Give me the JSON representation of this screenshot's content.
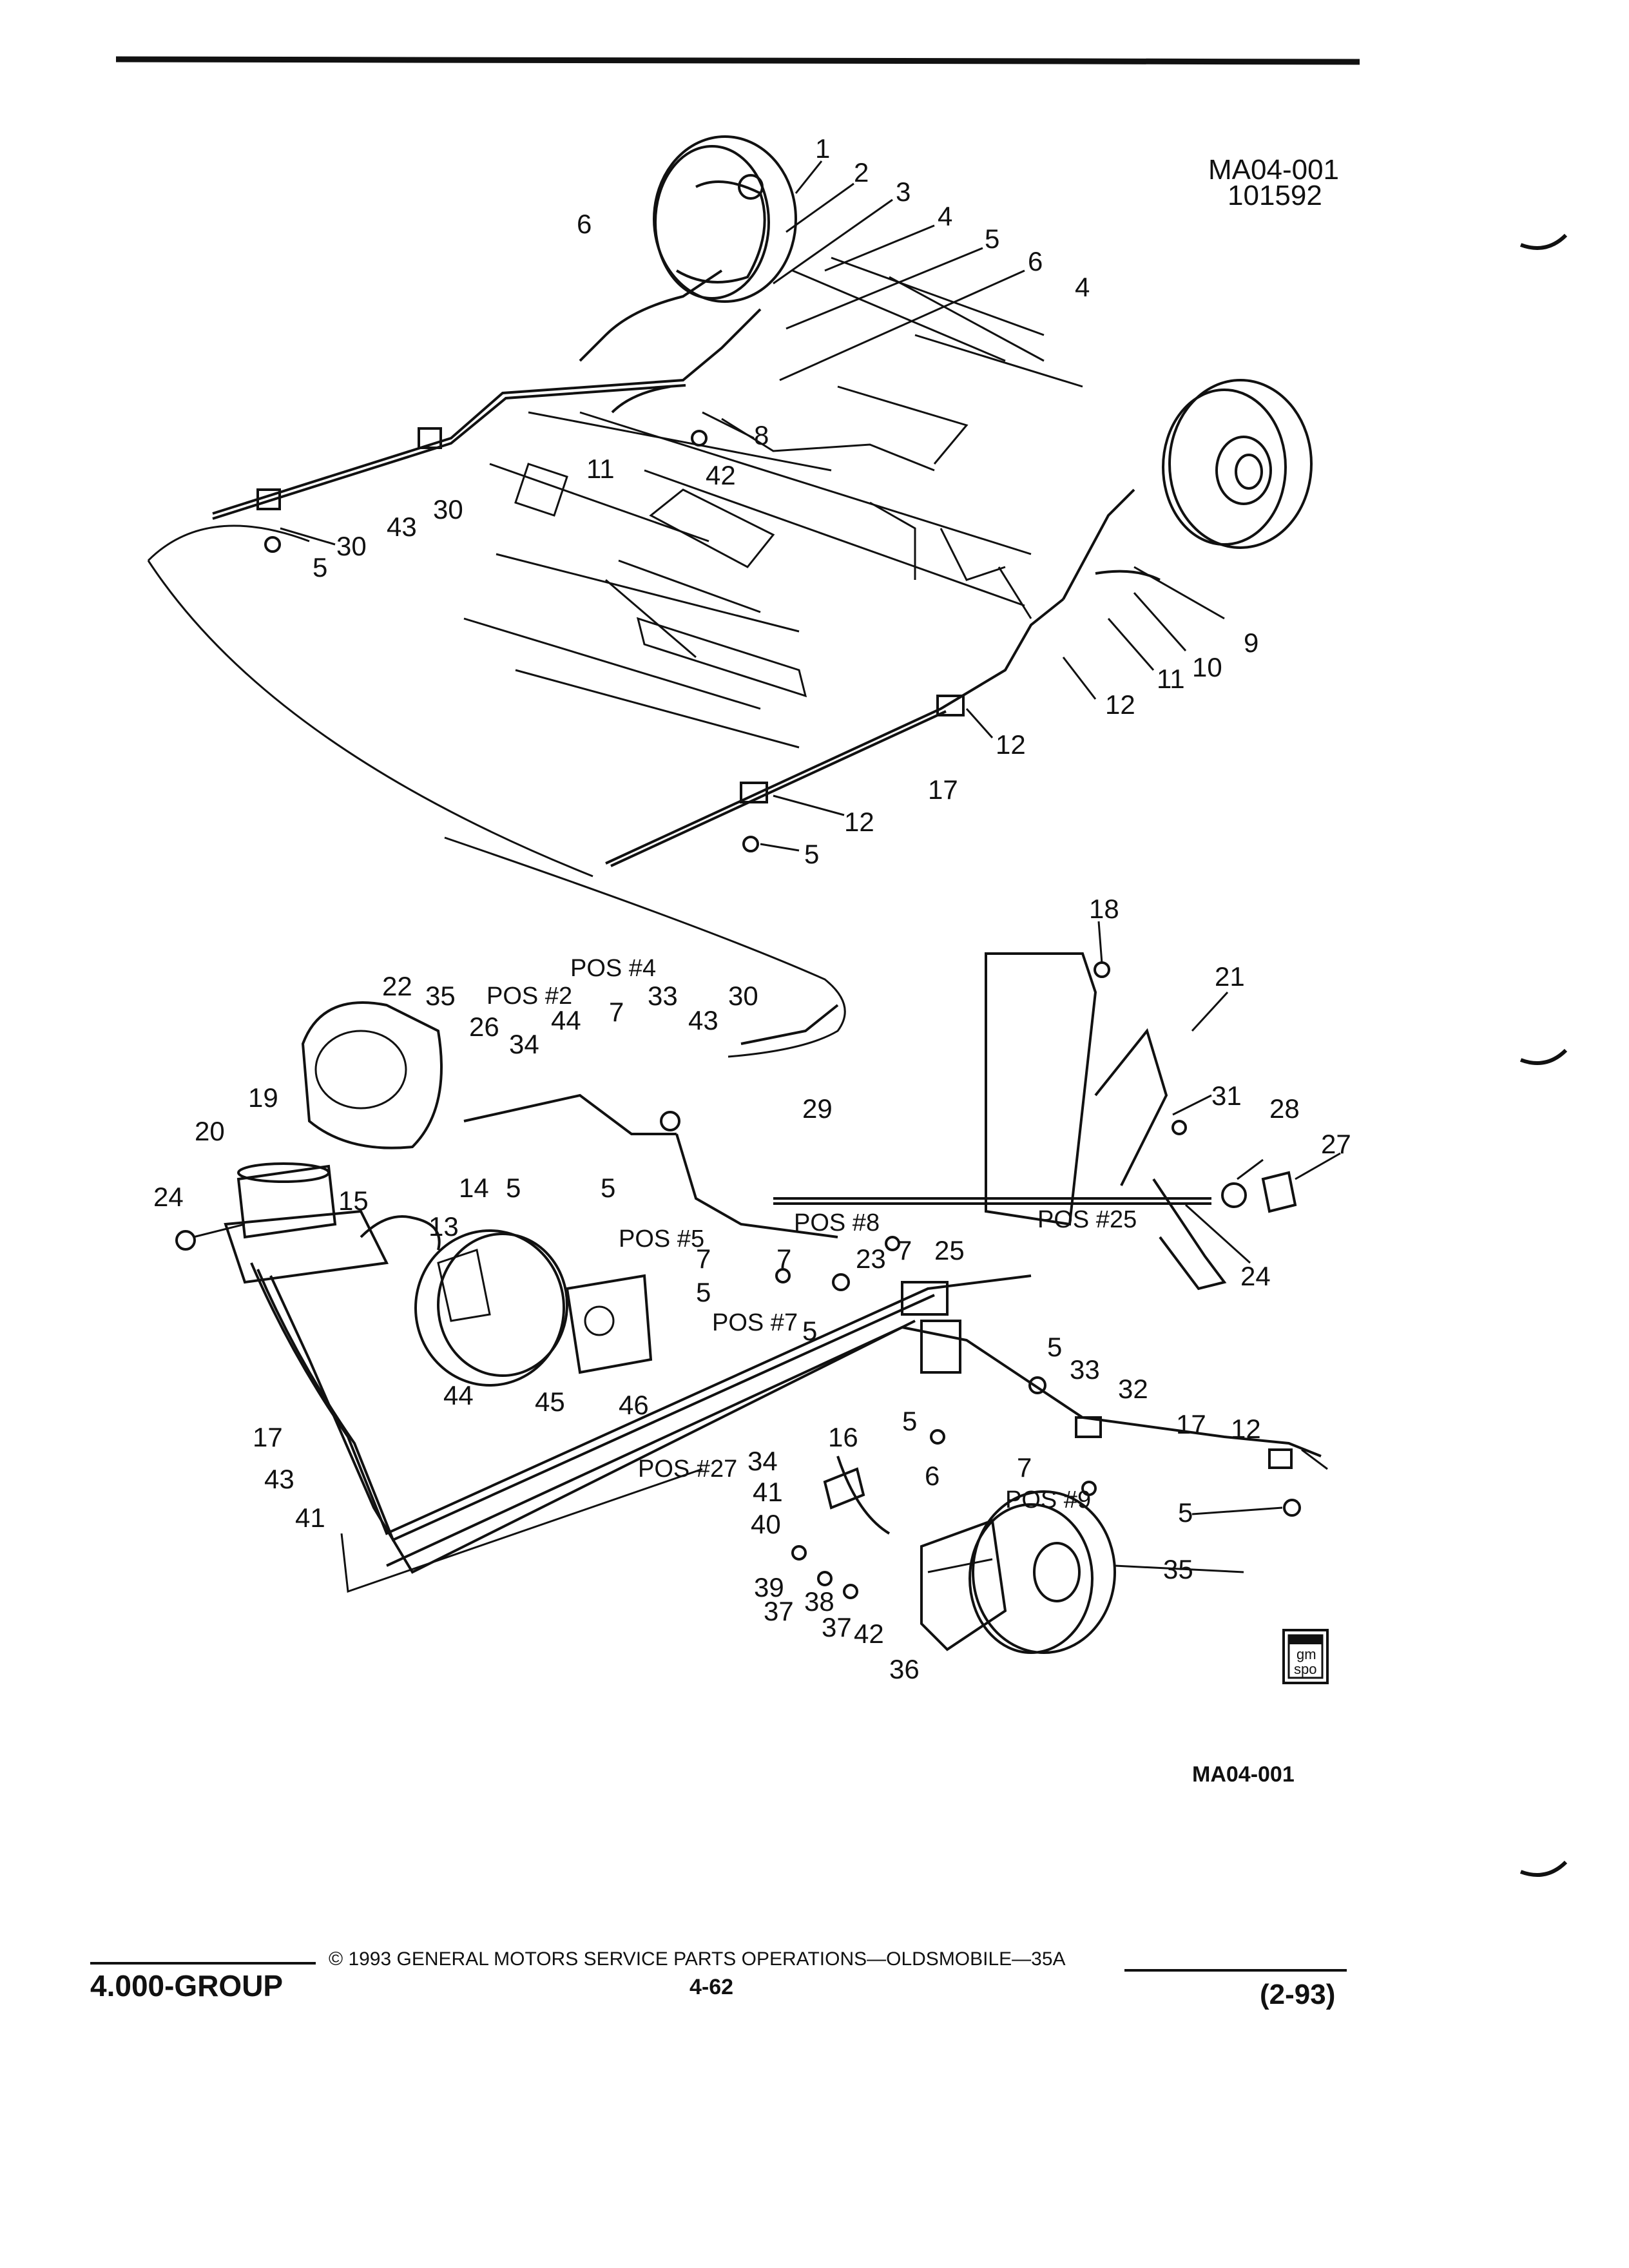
{
  "figure": {
    "id": "MA04-001",
    "date_code": "101592",
    "bottom_id": "MA04-001"
  },
  "footer": {
    "group": "4.000-GROUP",
    "copyright": "© 1993 GENERAL MOTORS SERVICE PARTS OPERATIONS—OLDSMOBILE—35A",
    "page": "4-62",
    "date": "(2-93)"
  },
  "logo": {
    "line1": "gm",
    "line2": "spo"
  },
  "callouts": [
    "1",
    "2",
    "3",
    "4",
    "5",
    "6",
    "6",
    "4",
    "6",
    "8",
    "11",
    "42",
    "43",
    "30",
    "30",
    "5",
    "9",
    "10",
    "11",
    "12",
    "12",
    "17",
    "12",
    "5",
    "18",
    "21",
    "31",
    "28",
    "27",
    "24",
    "POS #25",
    "22",
    "35",
    "POS #2",
    "POS #4",
    "33",
    "30",
    "26",
    "34",
    "44",
    "7",
    "43",
    "19",
    "20",
    "24",
    "15",
    "14",
    "5",
    "13",
    "5",
    "29",
    "POS #5",
    "7",
    "5",
    "POS #8",
    "7",
    "23",
    "7",
    "25",
    "POS #7",
    "5",
    "17",
    "43",
    "41",
    "44",
    "45",
    "46",
    "5",
    "33",
    "32",
    "17",
    "12",
    "16",
    "5",
    "POS #27",
    "34",
    "41",
    "40",
    "6",
    "7",
    "POS #9",
    "5",
    "39",
    "37",
    "38",
    "37",
    "42",
    "36",
    "35"
  ]
}
